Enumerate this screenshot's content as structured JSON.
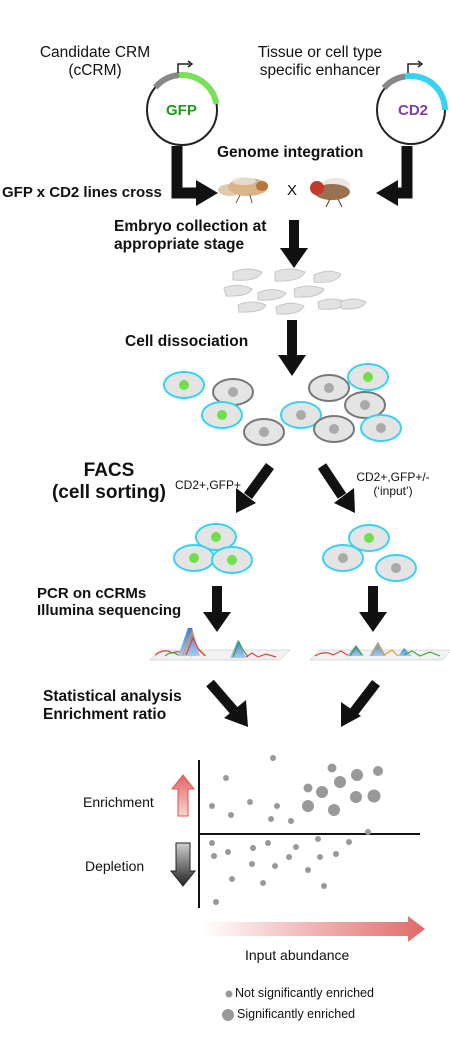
{
  "plasmid_left": {
    "title_line1": "Candidate CRM",
    "title_line2": "(cCRM)",
    "reporter": "GFP",
    "color": "#1a9e1a",
    "arc_color": "#79e05a"
  },
  "plasmid_right": {
    "title_line1": "Tissue or cell type",
    "title_line2": "specific enhancer",
    "reporter": "CD2",
    "color": "#7a3fa8",
    "arc_color": "#35d3f0"
  },
  "steps": {
    "genome_integration": "Genome integration",
    "lines_cross": "GFP x CD2 lines cross",
    "cross_symbol": "X",
    "embryo_line1": "Embryo collection at",
    "embryo_line2": "appropriate stage",
    "dissociation": "Cell dissociation",
    "facs_line1": "FACS",
    "facs_line2": "(cell sorting)",
    "sort_left": "CD2+,GFP+",
    "sort_right_line1": "CD2+,GFP+/-",
    "sort_right_line2": "(‘input’)",
    "pcr_line1": "PCR on cCRMs",
    "pcr_line2": "Illumina sequencing",
    "stats_line1": "Statistical analysis",
    "stats_line2": "Enrichment ratio"
  },
  "plot": {
    "enrichment_label": "Enrichment",
    "depletion_label": "Depletion",
    "x_label": "Input abundance",
    "legend": {
      "not_significant": "Not significantly enriched",
      "significant": "Significantly enriched"
    }
  },
  "colors": {
    "cyan_border": "#35d3f0",
    "green_dot": "#6fe04a",
    "grey_cell": "#dcdcdc",
    "up_arrow": "#e27a74",
    "down_arrow": "#333333",
    "gradient_end": "#e06a6a"
  }
}
